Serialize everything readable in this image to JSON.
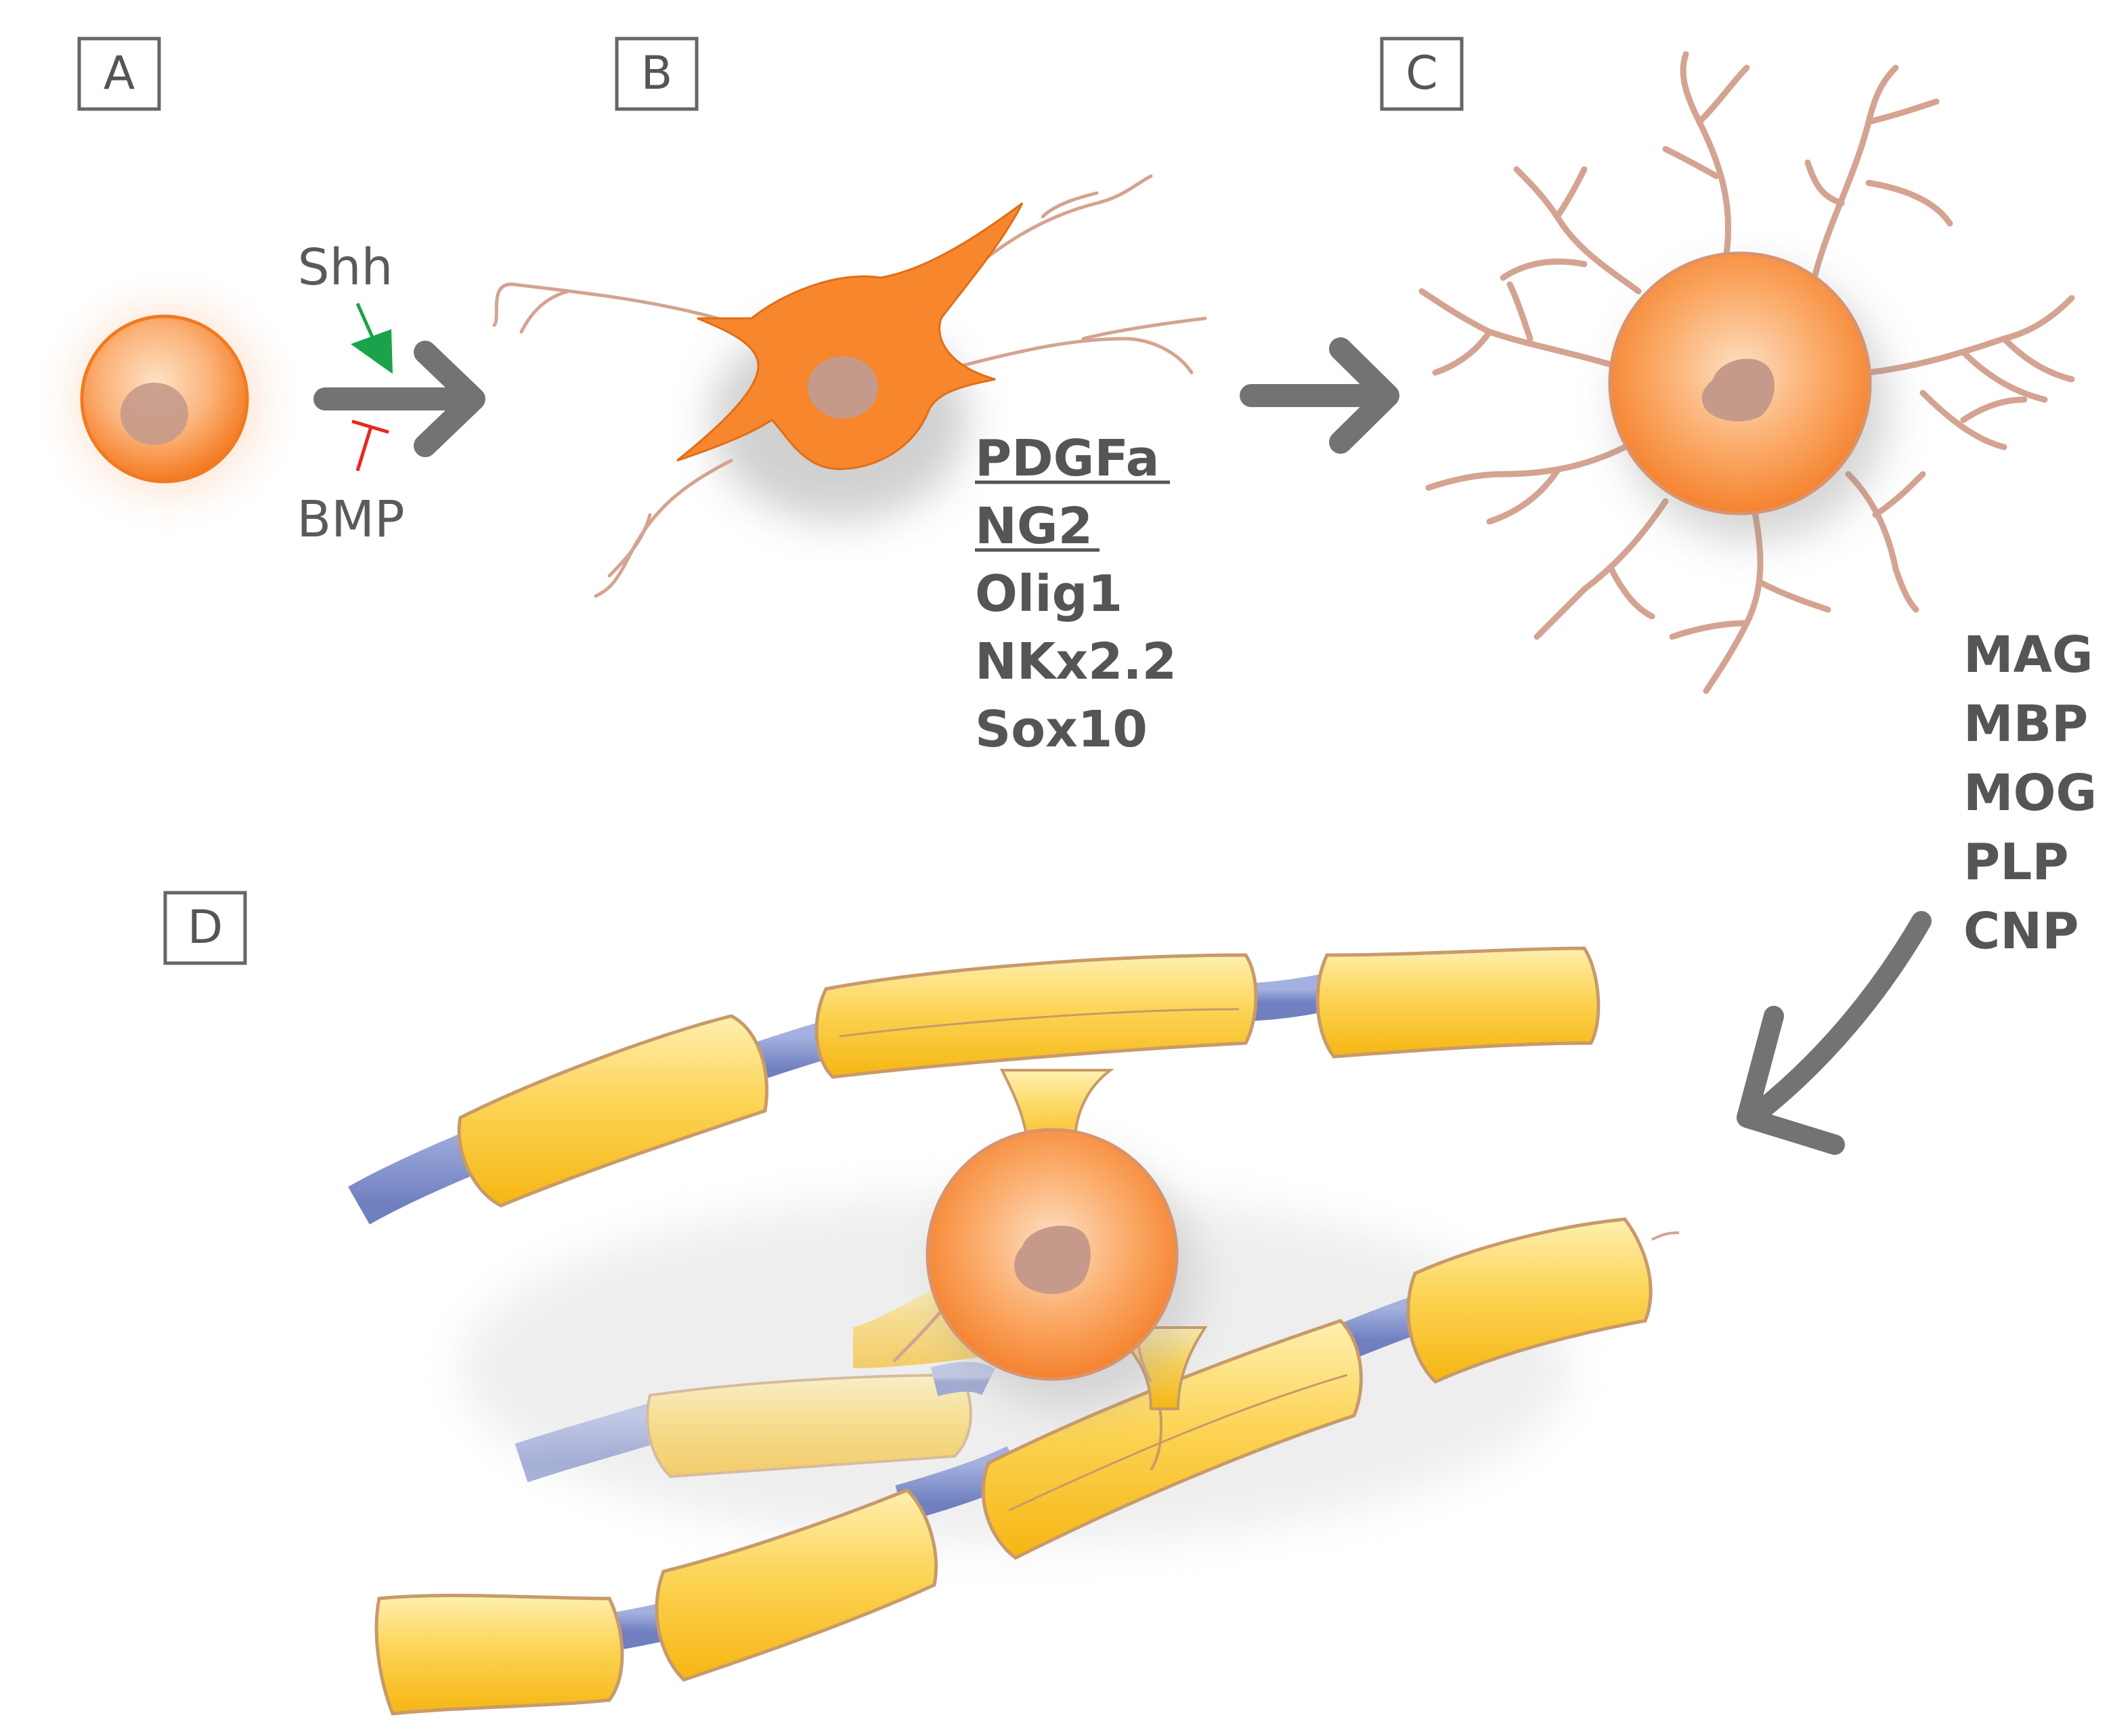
{
  "panels": {
    "a": "A",
    "b": "B",
    "c": "C",
    "d": "D"
  },
  "signals": {
    "activator": "Shh",
    "inhibitor": "BMP"
  },
  "opc_markers": [
    "PDGFa",
    "NG2",
    "Olig1",
    "NKx2.2",
    "Sox10"
  ],
  "underlined_markers": [
    "PDGFa",
    "NG2"
  ],
  "myelin_markers": [
    "MAG",
    "MBP",
    "MOG",
    "PLP",
    "CNP"
  ],
  "colors": {
    "cell_body": "#f7862c",
    "nucleus": "#c59a8b",
    "process": "#d4a391",
    "myelin": "#f9c11c",
    "axon": "#7f8fcb",
    "arrow": "#737373",
    "activation": "#1aa34a",
    "inhibition": "#e8271e"
  }
}
